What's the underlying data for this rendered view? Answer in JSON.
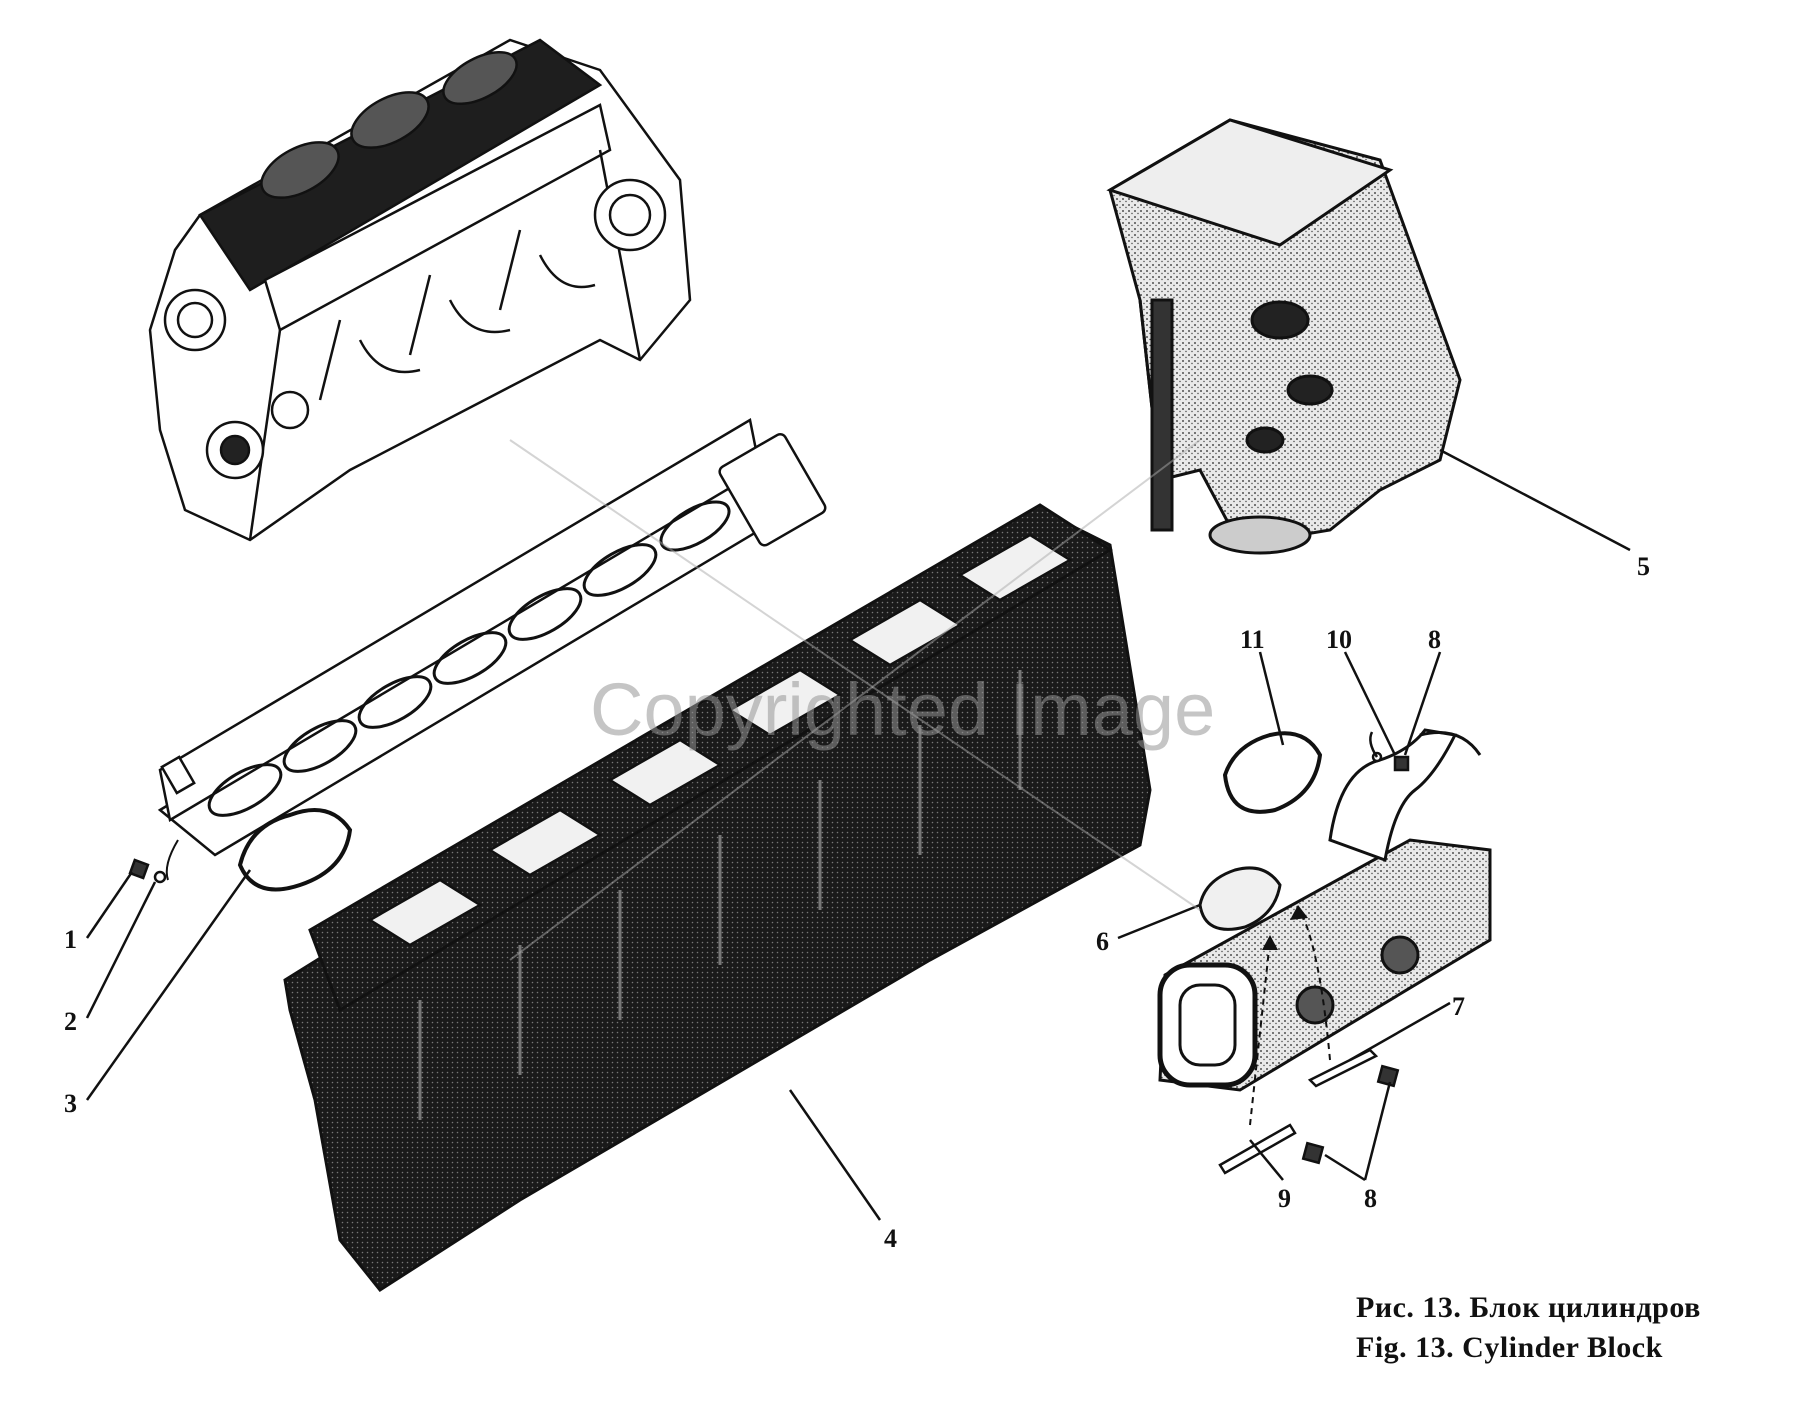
{
  "callouts": {
    "c1": "1",
    "c2": "2",
    "c3": "3",
    "c4": "4",
    "c5": "5",
    "c6": "6",
    "c7": "7",
    "c8a": "8",
    "c8b": "8",
    "c9": "9",
    "c10": "10",
    "c11": "11"
  },
  "caption": {
    "ru": "Рис. 13. Блок  цилиндров",
    "en": "Fig.  13. Cylinder  Block"
  },
  "watermark": "Copyrighted Image",
  "colors": {
    "ink": "#111111",
    "background": "#ffffff",
    "watermark": "#969696"
  }
}
